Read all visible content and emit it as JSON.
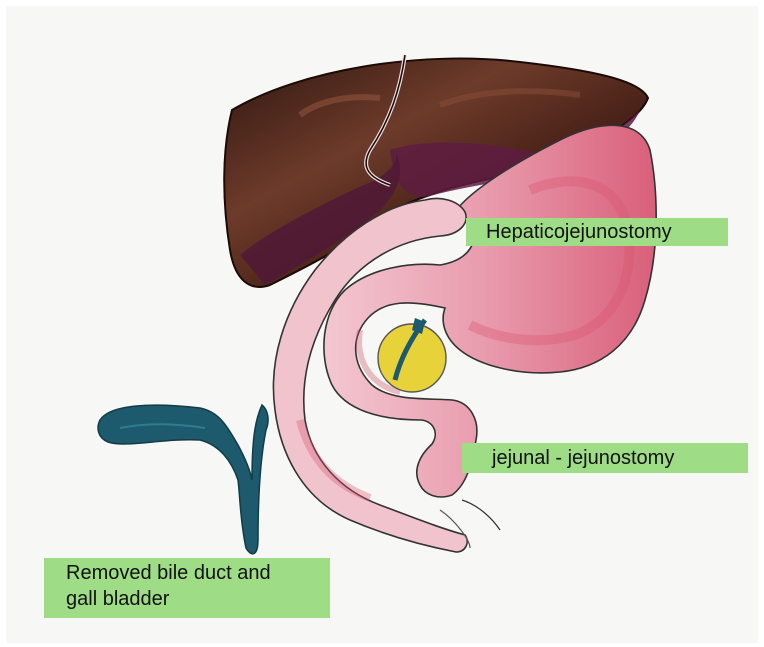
{
  "labels": {
    "hepaticojejunostomy": "Hepaticojejunostomy",
    "jejunal_jejunostomy": "jejunal - jejunostomy",
    "removed": "Removed bile duct and\ngall bladder"
  },
  "colors": {
    "label_background": "#9fdc86",
    "liver_dark": "#3a1a14",
    "liver_brown": "#6d3b2a",
    "liver_purple": "#6a1f4a",
    "bowel_pink": "#e8a3b3",
    "bowel_red": "#d9536e",
    "anastomosis_yellow": "#e8d23a",
    "bile_duct_teal": "#1d5a6d"
  },
  "icons": {
    "liver": "liver-drawing-icon",
    "jejunum": "jejunal-limb-drawing-icon",
    "stomach": "stomach-loop-drawing-icon",
    "anastomosis": "yellow-anastomosis-icon",
    "removed_duct": "removed-bile-duct-gallbladder-icon"
  }
}
